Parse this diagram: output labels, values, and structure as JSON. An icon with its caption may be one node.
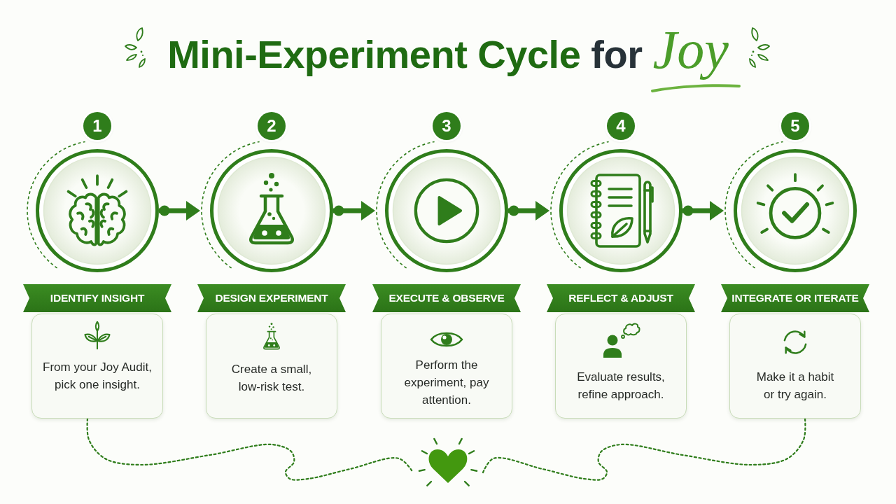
{
  "diagram": {
    "title": "Mini-Experiment Cycle for *Joy*",
    "nodes": [
      {
        "text": [
          "1"
        ]
      },
      {
        "text": [],
        "shape": "circle"
      },
      {
        "text": [
          "IDENTIFY INSIGHT"
        ]
      },
      {
        "text": [
          "From your Joy Audit, pick one insight."
        ]
      },
      {
        "text": [
          "2"
        ]
      },
      {
        "text": [],
        "shape": "circle"
      },
      {
        "text": [
          "DESIGN EXPERIMENT"
        ]
      },
      {
        "text": [
          "Create a small, low-risk test."
        ]
      },
      {
        "text": [
          "3"
        ]
      },
      {
        "text": [],
        "shape": "circle"
      },
      {
        "text": [
          "EXECUTE & OBSERVE"
        ]
      },
      {
        "text": [
          "Perform the experiment, pay attention."
        ]
      },
      {
        "text": [
          "4"
        ]
      },
      {
        "text": [],
        "shape": "circle"
      },
      {
        "text": [
          "REFLECT & ADJUST"
        ]
      },
      {
        "text": [
          "Evaluate results, refine approach."
        ]
      },
      {
        "text": [
          "5"
        ]
      },
      {
        "text": [],
        "shape": "circle"
      },
      {
        "text": [
          "INTEGRATE OR ITERATE"
        ]
      },
      {
        "text": [
          "Make it a habit or try again."
        ]
      },
      {
        "text": [],
        "shape": "heart"
      }
    ],
    "edges": [
      {
        "from": 1,
        "to": 5,
        "arrow": "to"
      },
      {
        "from": 5,
        "to": 9,
        "arrow": "to"
      },
      {
        "from": 9,
        "to": 13,
        "arrow": "to"
      },
      {
        "from": 13,
        "to": 17,
        "arrow": "to"
      },
      {
        "from": 3,
        "to": 20,
        "arrow": "none",
        "style": "dashed"
      },
      {
        "from": 20,
        "to": 19,
        "arrow": "none",
        "style": "dashed"
      }
    ]
  }
}
